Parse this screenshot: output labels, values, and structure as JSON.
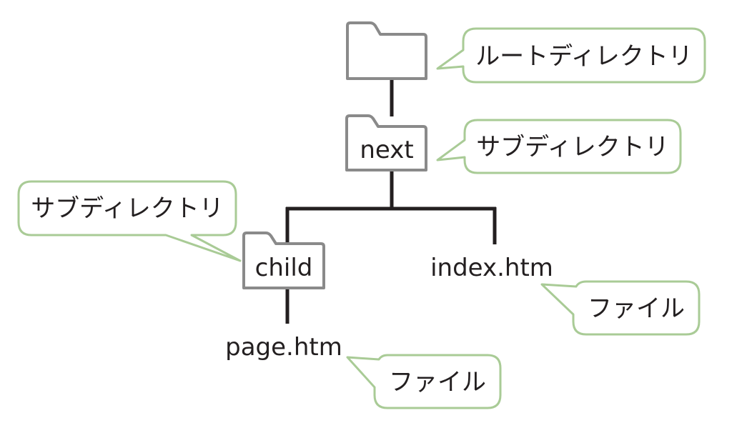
{
  "tree": {
    "root": {
      "label": ""
    },
    "next": {
      "label": "next"
    },
    "child": {
      "label": "child"
    },
    "index_file": {
      "label": "index.htm"
    },
    "page_file": {
      "label": "page.htm"
    }
  },
  "callouts": {
    "root": "ルートディレクトリ",
    "next": "サブディレクトリ",
    "child": "サブディレクトリ",
    "index_file": "ファイル",
    "page_file": "ファイル"
  },
  "colors": {
    "line": "#231f20",
    "folder_stroke": "#8a8a8a",
    "callout_stroke": "#a9cb96",
    "text": "#231f20"
  }
}
